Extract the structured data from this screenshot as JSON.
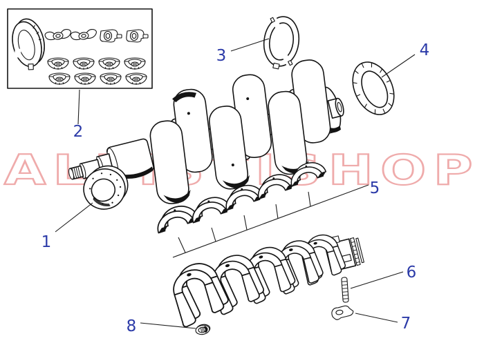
{
  "watermark": {
    "text": "ALFISTISHOP",
    "color": "#e05a5a"
  },
  "callouts": [
    {
      "number": "1"
    },
    {
      "number": "2"
    },
    {
      "number": "3"
    },
    {
      "number": "4"
    },
    {
      "number": "5"
    },
    {
      "number": "6"
    },
    {
      "number": "7"
    },
    {
      "number": "8"
    }
  ],
  "colors": {
    "background": "#ffffff",
    "line_art": "#141414",
    "callout_text": "#2b3aa8",
    "leader_line": "#1c1c1c"
  }
}
